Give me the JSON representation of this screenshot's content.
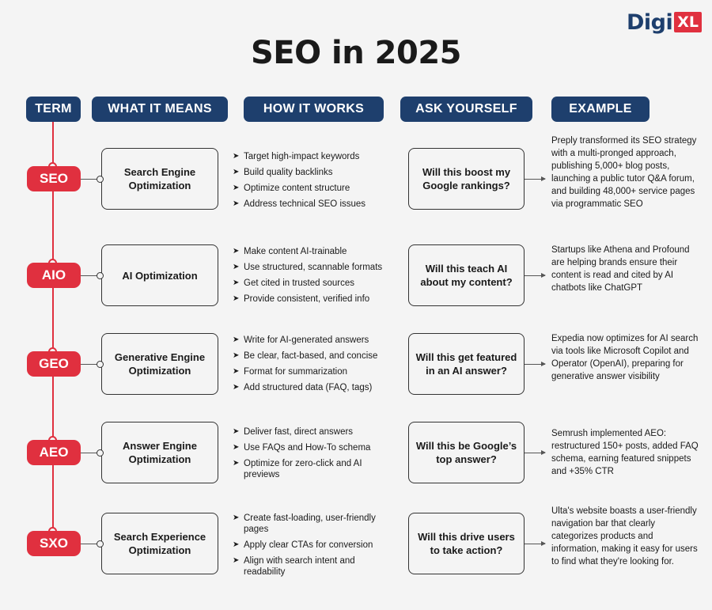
{
  "brand": {
    "logo_text": "Digi",
    "logo_badge": "XL"
  },
  "title": "SEO in 2025",
  "headers": {
    "term": "TERM",
    "means": "WHAT IT MEANS",
    "works": "HOW IT WORKS",
    "ask": "ASK YOURSELF",
    "example": "EXAMPLE"
  },
  "colors": {
    "navy": "#1e3f6d",
    "red": "#e0303f",
    "background": "#f4f4f4"
  },
  "rows": [
    {
      "term": "SEO",
      "meaning": "Search Engine Optimization",
      "how": [
        "Target high-impact keywords",
        "Build quality backlinks",
        "Optimize content structure",
        "Address technical SEO issues"
      ],
      "ask": "Will this boost my Google rankings?",
      "example": "Preply transformed its SEO strategy with a multi-pronged approach, publishing 5,000+ blog posts, launching a public tutor Q&A forum, and building 48,000+ service pages via programmatic SEO"
    },
    {
      "term": "AIO",
      "meaning": "AI Optimization",
      "how": [
        "Make content AI-trainable",
        "Use structured, scannable formats",
        "Get cited in trusted sources",
        "Provide consistent, verified info"
      ],
      "ask": "Will this teach AI about my content?",
      "example": "Startups like Athena and Profound are helping brands ensure their content is read and cited by AI chatbots like ChatGPT"
    },
    {
      "term": "GEO",
      "meaning": "Generative Engine Optimization",
      "how": [
        "Write for AI-generated answers",
        "Be clear, fact-based, and concise",
        "Format for summarization",
        "Add structured data (FAQ, tags)"
      ],
      "ask": "Will this get featured in an AI answer?",
      "example": "Expedia now optimizes for AI search via tools like Microsoft Copilot and Operator (OpenAI), preparing for generative answer visibility"
    },
    {
      "term": "AEO",
      "meaning": "Answer Engine Optimization",
      "how": [
        "Deliver fast, direct answers",
        "Use FAQs and How-To schema",
        "Optimize for zero-click and AI previews"
      ],
      "ask": "Will this be Google’s top answer?",
      "example": "Semrush implemented AEO: restructured 150+ posts, added FAQ schema, earning featured snippets and +35% CTR"
    },
    {
      "term": "SXO",
      "meaning": "Search Experience Optimization",
      "how": [
        "Create fast-loading, user-friendly pages",
        "Apply clear CTAs for conversion",
        "Align with search intent and readability"
      ],
      "ask": "Will this drive users to take action?",
      "example": "Ulta's website boasts a user-friendly navigation bar that clearly categorizes products and information, making it easy for users to find what they're looking for."
    }
  ]
}
